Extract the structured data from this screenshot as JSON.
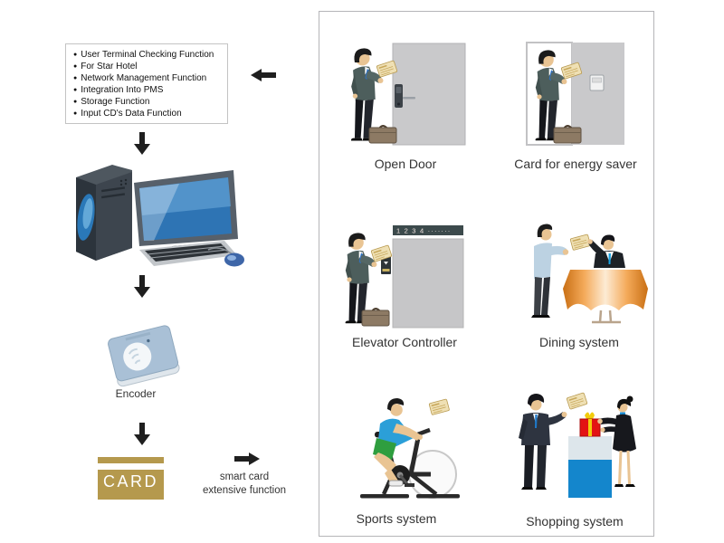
{
  "features": {
    "items": [
      "User Terminal Checking Function",
      "For Star Hotel",
      "Network Management Function",
      "Integration Into PMS",
      "Storage Function",
      "Input CD's Data Function"
    ]
  },
  "flow": {
    "encoder_label": "Encoder",
    "card_label": "CARD",
    "note_line1": "smart card",
    "note_line2": "extensive function"
  },
  "scenes": [
    {
      "label": "Open Door"
    },
    {
      "label": "Card for energy saver"
    },
    {
      "label": "Elevator Controller",
      "floor_indicator": "1 2 3 4 ·······"
    },
    {
      "label": "Dining system"
    },
    {
      "label": "Sports system"
    },
    {
      "label": "Shopping system"
    }
  ],
  "colors": {
    "card_gold": "#b5994d",
    "counter_blue": "#1486cc",
    "tablecloth_orange": "#e8872c",
    "door_gray": "#c9c9cb",
    "suit_dark": "#4d5e5c",
    "screen_blue": "#2e74b4",
    "gift_red": "#e31313"
  }
}
